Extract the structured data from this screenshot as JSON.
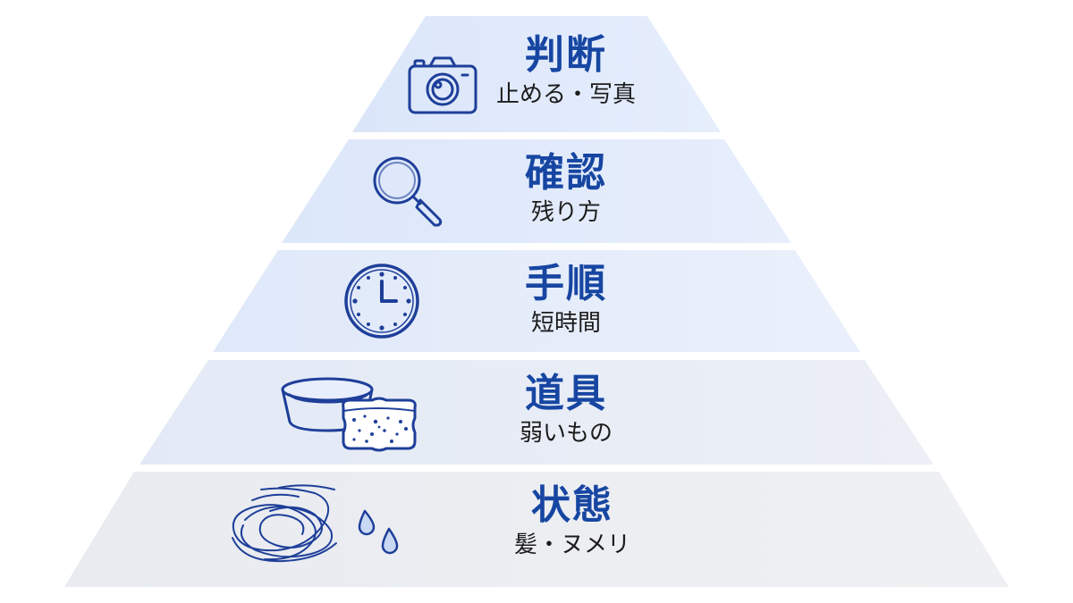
{
  "colors": {
    "title": "#1746a2",
    "subtitle": "#1c1c1c",
    "icon_stroke": "#1e3f99",
    "tier_fills": [
      "#dde8fb",
      "#dfe9fb",
      "#e3ecfb",
      "#e7edf6",
      "#ebedf1"
    ]
  },
  "tiers": [
    {
      "title": "判断",
      "subtitle": "止める・写真",
      "icon": "camera-icon"
    },
    {
      "title": "確認",
      "subtitle": "残り方",
      "icon": "magnifier-icon"
    },
    {
      "title": "手順",
      "subtitle": "短時間",
      "icon": "clock-icon"
    },
    {
      "title": "道具",
      "subtitle": "弱いもの",
      "icon": "bowl-and-sponge-icon"
    },
    {
      "title": "状態",
      "subtitle": "髪・ヌメリ",
      "icon": "hair-and-droplets-icon"
    }
  ]
}
